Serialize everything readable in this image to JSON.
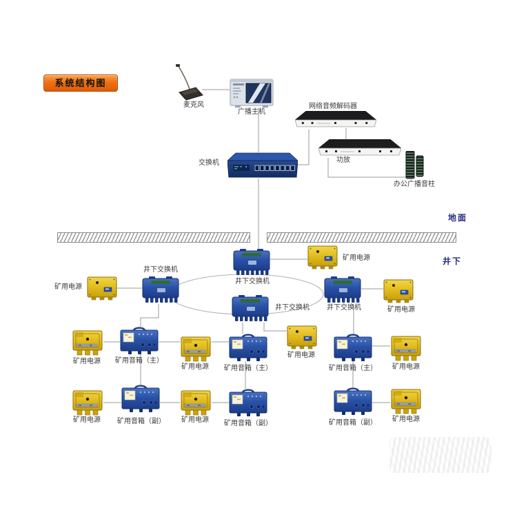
{
  "title_badge": "系统结构图",
  "zones": {
    "surface": "地面",
    "underground": "井下"
  },
  "surface": {
    "microphone": "麦克风",
    "host": "广播主机",
    "decoder": "网络音频解码器",
    "switch": "交换机",
    "amplifier": "功放",
    "columns": "办公广播音柱"
  },
  "underground": {
    "switch": "井下交换机",
    "power": "矿用电源",
    "speaker_main": "矿用音箱（主）",
    "speaker_sub": "矿用音箱（副）"
  },
  "colors": {
    "badge_orange": "#ef7113",
    "device_blue": "#2a52a8",
    "device_yellow": "#e2bc1e",
    "switch_navy": "#1d3f85",
    "zone_text": "#232e8a",
    "line_gray": "#9a9a9a"
  }
}
